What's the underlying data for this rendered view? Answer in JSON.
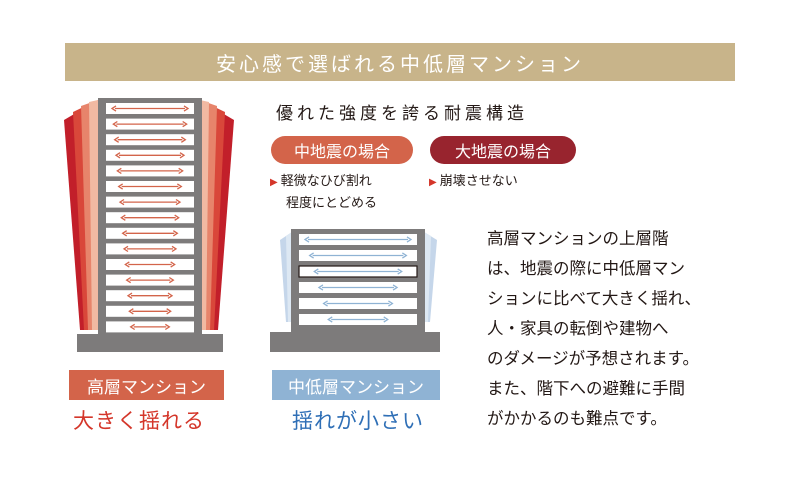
{
  "banner": {
    "title": "安心感で選ばれる中低層マンション"
  },
  "structure": {
    "heading": "優れた強度を誇る耐震構造",
    "cases": [
      {
        "label": "中地震の場合",
        "note_line1": "軽微なひび割れ",
        "note_line2": "程度にとどめる"
      },
      {
        "label": "大地震の場合",
        "note_line1": "崩壊させない"
      }
    ]
  },
  "description": {
    "lines": [
      "高層マンションの上層階",
      "は、地震の際に中低層マン",
      "ションに比べて大きく揺れ、",
      "人・家具の転倒や建物へ",
      "のダメージが予想されます。",
      "また、階下への避難に手間",
      "がかかるのも難点です。"
    ]
  },
  "high_rise": {
    "label": "高層マンション",
    "caption": "大きく揺れる"
  },
  "low_rise": {
    "label": "中低層マンション",
    "caption": "揺れが小さい"
  },
  "colors": {
    "banner": "#c8b48a",
    "mid_pill": "#d3644a",
    "big_pill": "#98242e",
    "high_label": "#d3644a",
    "low_label": "#8fb3d4",
    "high_arrow": "#d3644a",
    "low_arrow": "#8fb3d4",
    "building": "#7d7b7b",
    "caption_high": "#d4362a",
    "caption_low": "#2f6fb6"
  }
}
